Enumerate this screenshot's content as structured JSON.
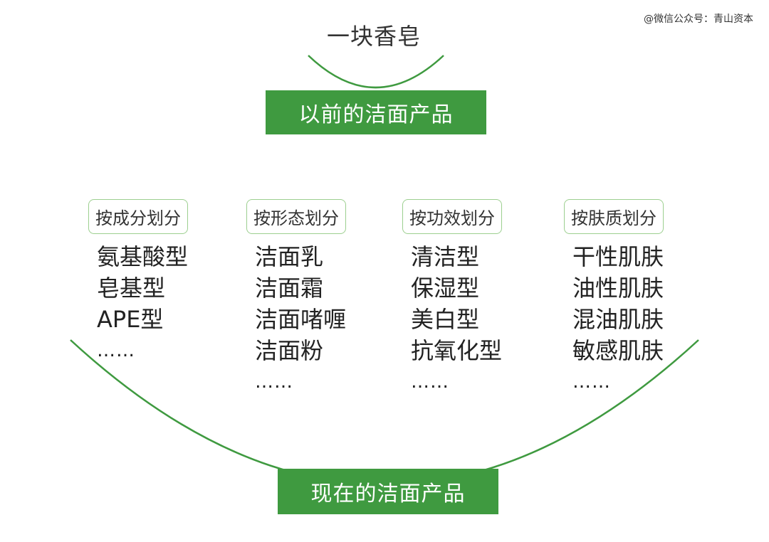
{
  "watermark": "@微信公众号：青山资本",
  "top_title": "一块香皂",
  "banner_top": "以前的洁面产品",
  "banner_bottom": "现在的洁面产品",
  "accent_color": "#3f9a40",
  "header_border_color": "#9ccf8f",
  "columns": [
    {
      "header": "按成分划分",
      "items": [
        "氨基酸型",
        "皂基型",
        "APE型",
        "……"
      ]
    },
    {
      "header": "按形态划分",
      "items": [
        "洁面乳",
        "洁面霜",
        "洁面啫喱",
        "洁面粉",
        "……"
      ]
    },
    {
      "header": "按功效划分",
      "items": [
        "清洁型",
        "保湿型",
        "美白型",
        "抗氧化型",
        "……"
      ]
    },
    {
      "header": "按肤质划分",
      "items": [
        "干性肌肤",
        "油性肌肤",
        "混油肌肤",
        "敏感肌肤",
        "……"
      ]
    }
  ]
}
